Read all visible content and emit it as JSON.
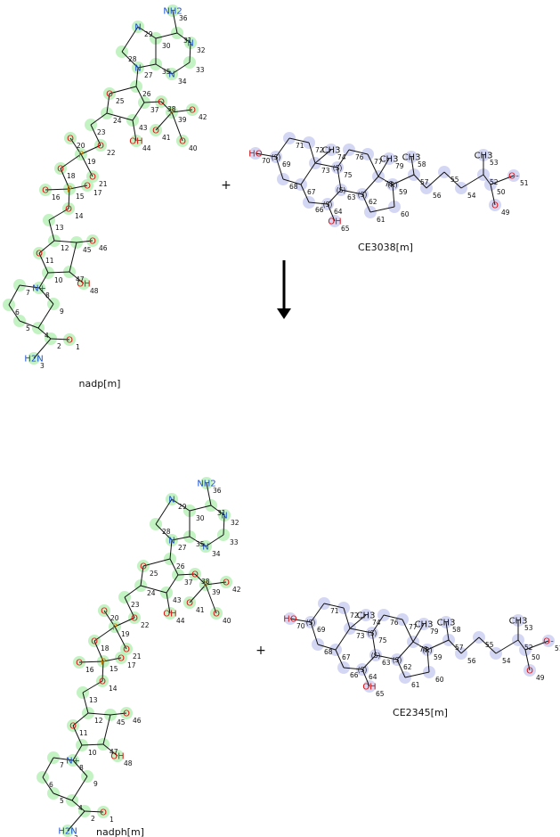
{
  "reaction": {
    "plus_symbol": "+",
    "arrow_icon": "down-arrow-icon",
    "colors": {
      "atom_mapped_highlight": "#b8f0b8",
      "atom_unmapped_highlight": "#cdd0f2",
      "nitrogen": "#1a4fd6",
      "oxygen": "#e01010",
      "phosphorus": "#c07a00",
      "carbon_bond": "#111111"
    },
    "reactants": [
      {
        "name": "nadp[m]"
      },
      {
        "name": "CE3038[m]"
      }
    ],
    "products": [
      {
        "name": "nadph[m]"
      },
      {
        "name": "CE2345[m]"
      }
    ]
  },
  "molecules": {
    "nadp": {
      "atoms": [
        {
          "id": "1",
          "sym": "O"
        },
        {
          "id": "2",
          "sym": ""
        },
        {
          "id": "3",
          "sym": "N",
          "label": "H2N"
        },
        {
          "id": "4",
          "sym": ""
        },
        {
          "id": "5",
          "sym": ""
        },
        {
          "id": "6",
          "sym": ""
        },
        {
          "id": "7",
          "sym": ""
        },
        {
          "id": "8",
          "sym": "N",
          "label": "N+"
        },
        {
          "id": "9",
          "sym": ""
        },
        {
          "id": "10",
          "sym": ""
        },
        {
          "id": "11",
          "sym": "O"
        },
        {
          "id": "12",
          "sym": ""
        },
        {
          "id": "13",
          "sym": ""
        },
        {
          "id": "14",
          "sym": "O"
        },
        {
          "id": "15",
          "sym": "P"
        },
        {
          "id": "16",
          "sym": "O"
        },
        {
          "id": "17",
          "sym": "O"
        },
        {
          "id": "18",
          "sym": "O"
        },
        {
          "id": "19",
          "sym": "P"
        },
        {
          "id": "20",
          "sym": "O"
        },
        {
          "id": "21",
          "sym": "O"
        },
        {
          "id": "22",
          "sym": "O"
        },
        {
          "id": "23",
          "sym": ""
        },
        {
          "id": "24",
          "sym": ""
        },
        {
          "id": "25",
          "sym": "O"
        },
        {
          "id": "26",
          "sym": ""
        },
        {
          "id": "27",
          "sym": "N"
        },
        {
          "id": "28",
          "sym": ""
        },
        {
          "id": "29",
          "sym": "N"
        },
        {
          "id": "30",
          "sym": ""
        },
        {
          "id": "31",
          "sym": ""
        },
        {
          "id": "32",
          "sym": "N"
        },
        {
          "id": "33",
          "sym": ""
        },
        {
          "id": "34",
          "sym": "N"
        },
        {
          "id": "35",
          "sym": ""
        },
        {
          "id": "36",
          "sym": "N",
          "label": "NH2"
        },
        {
          "id": "37",
          "sym": ""
        },
        {
          "id": "38",
          "sym": "O"
        },
        {
          "id": "39",
          "sym": "P"
        },
        {
          "id": "40",
          "sym": "O"
        },
        {
          "id": "41",
          "sym": "O"
        },
        {
          "id": "42",
          "sym": "O"
        },
        {
          "id": "43",
          "sym": ""
        },
        {
          "id": "44",
          "sym": "O",
          "label": "OH"
        },
        {
          "id": "45",
          "sym": ""
        },
        {
          "id": "46",
          "sym": "O"
        },
        {
          "id": "47",
          "sym": ""
        },
        {
          "id": "48",
          "sym": "O",
          "label": "OH"
        }
      ]
    },
    "ce3038": {
      "atoms": [
        {
          "id": "49",
          "sym": "O"
        },
        {
          "id": "50",
          "sym": ""
        },
        {
          "id": "51",
          "sym": "O",
          "label": "O-"
        },
        {
          "id": "52",
          "sym": ""
        },
        {
          "id": "53",
          "sym": "C",
          "label": "CH3"
        },
        {
          "id": "54",
          "sym": ""
        },
        {
          "id": "55",
          "sym": ""
        },
        {
          "id": "56",
          "sym": ""
        },
        {
          "id": "57",
          "sym": ""
        },
        {
          "id": "58",
          "sym": "C",
          "label": "CH3"
        },
        {
          "id": "59",
          "sym": "",
          "stereo": "(R)"
        },
        {
          "id": "60",
          "sym": ""
        },
        {
          "id": "61",
          "sym": ""
        },
        {
          "id": "62",
          "sym": "",
          "stereo": "(S)"
        },
        {
          "id": "63",
          "sym": "",
          "stereo": "(S)"
        },
        {
          "id": "64",
          "sym": "",
          "stereo": "(S)"
        },
        {
          "id": "65",
          "sym": "O",
          "label": "OH"
        },
        {
          "id": "66",
          "sym": ""
        },
        {
          "id": "67",
          "sym": ""
        },
        {
          "id": "68",
          "sym": ""
        },
        {
          "id": "69",
          "sym": "",
          "stereo": "(S)"
        },
        {
          "id": "70",
          "sym": "O",
          "label": "HO"
        },
        {
          "id": "71",
          "sym": ""
        },
        {
          "id": "72",
          "sym": ""
        },
        {
          "id": "73",
          "sym": ""
        },
        {
          "id": "74",
          "sym": "C",
          "label": "CH3"
        },
        {
          "id": "75",
          "sym": "",
          "stereo": "(S)"
        },
        {
          "id": "76",
          "sym": ""
        },
        {
          "id": "77",
          "sym": ""
        },
        {
          "id": "78",
          "sym": ""
        },
        {
          "id": "79",
          "sym": "C",
          "label": "CH3"
        }
      ]
    }
  }
}
